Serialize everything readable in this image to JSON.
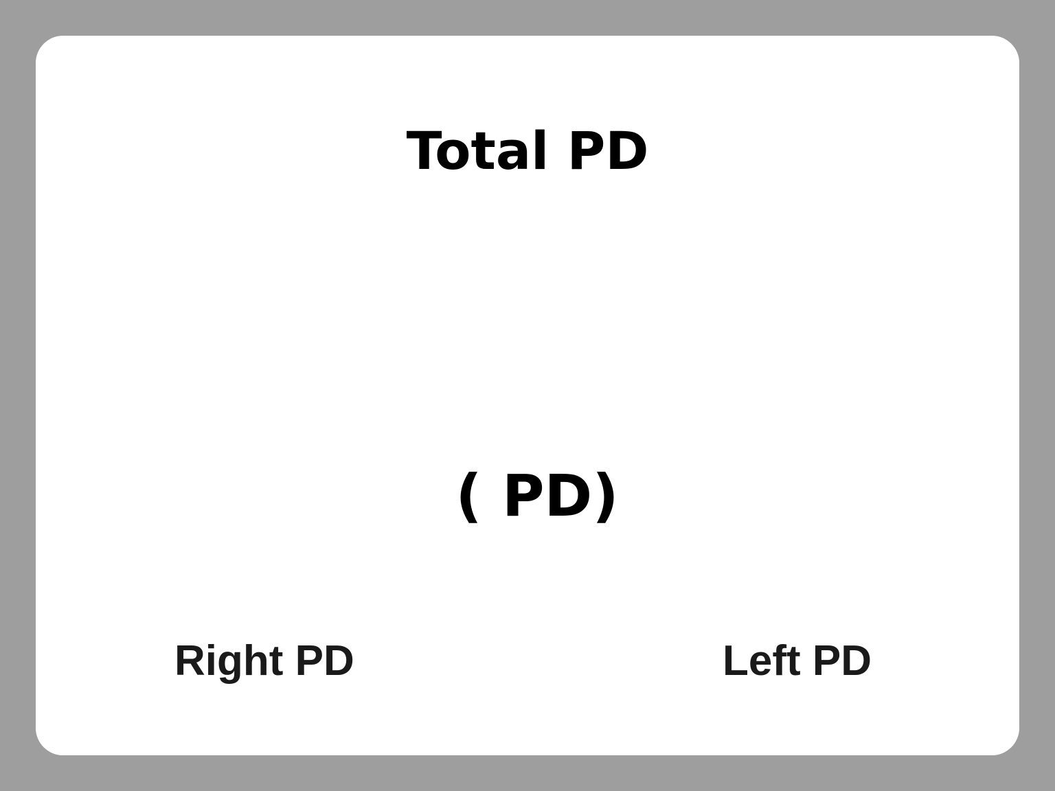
{
  "diagram": {
    "title": "Total PD",
    "center_label": "( PD)",
    "right_label": "Right PD",
    "left_label": "Left PD"
  },
  "colors": {
    "arrow_left": "#f08270",
    "arrow_right": "#f8e6d8",
    "iris": "#8a8a8a",
    "outline": "#000000",
    "background": "#9e9e9e",
    "card": "#ffffff"
  },
  "icons": [
    "double-arrow-icon",
    "right-eye-icon",
    "left-eye-icon",
    "eyebrow-icon"
  ]
}
